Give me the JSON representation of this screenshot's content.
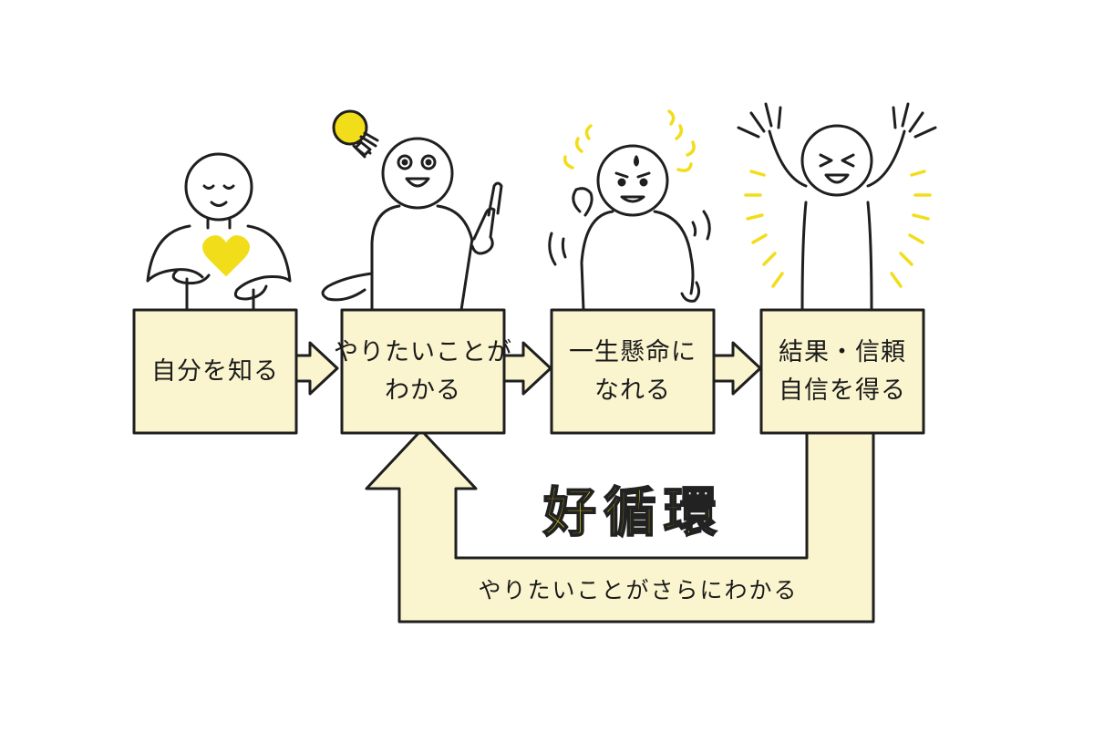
{
  "diagram": {
    "steps": [
      {
        "lines": [
          "自分を知る"
        ]
      },
      {
        "lines": [
          "やりたいことが",
          "わかる"
        ]
      },
      {
        "lines": [
          "一生懸命に",
          "なれる"
        ]
      },
      {
        "lines": [
          "結果・信頼",
          "自信を得る"
        ]
      }
    ],
    "headline": "好循環",
    "loop_caption": "やりたいことがさらにわかる"
  },
  "colors": {
    "box_fill": "#fbf5cf",
    "outline": "#1f1f1f",
    "accent_yellow": "#f2dd1a"
  },
  "icons": [
    "light-bulb-icon",
    "heart-icon",
    "sweat-drop-icon",
    "sparkle-icon"
  ]
}
